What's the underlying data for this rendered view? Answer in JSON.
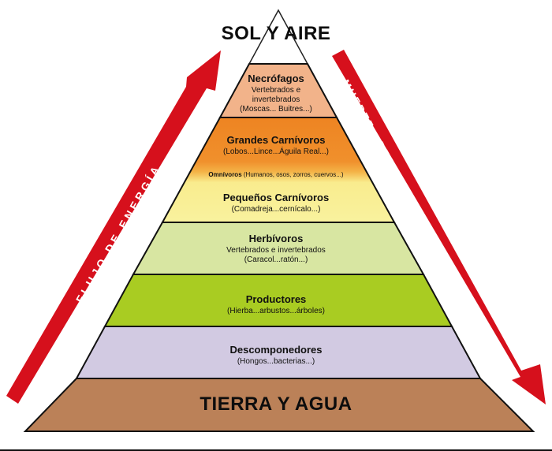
{
  "diagram": {
    "type": "ecological-pyramid",
    "top_label": "SOL Y AIRE",
    "bottom_label": "TIERRA Y AGUA",
    "left_arrow": {
      "label": "FLUJO DE ENERGÍA",
      "direction": "up",
      "color": "#d6101c"
    },
    "right_arrow": {
      "label": "MUERTE - DESCOMPOSICIÓN - RESTITUCIÓN",
      "direction": "down",
      "color": "#d6101c"
    },
    "levels": [
      {
        "name": "Necrófagos",
        "line1": "Vertebrados e",
        "line2": "invertebrados",
        "line3": "(Moscas... Buitres...)",
        "color": "#f2b38a"
      },
      {
        "name": "Grandes Carnívoros",
        "line1": "(Lobos...Lince...Águila Real...)",
        "color": "#ef8a2a"
      },
      {
        "name": "Omnívoros",
        "line1": "(Humanos, osos, zorros, cuervos...)",
        "color": "#f6c24a"
      },
      {
        "name": "Pequeños Carnívoros",
        "line1": "(Comadreja...cernícalo...)",
        "color": "#f8f09a"
      },
      {
        "name": "Herbívoros",
        "line1": "Vertebrados e invertebrados",
        "line2": "(Caracol...ratón...)",
        "color": "#d8e6a2"
      },
      {
        "name": "Productores",
        "line1": "(Hierba...arbustos...árboles)",
        "color": "#a9cc22"
      },
      {
        "name": "Descomponedores",
        "line1": "(Hongos...bacterias...)",
        "color": "#d2cae2"
      },
      {
        "name": "TIERRA Y AGUA",
        "color": "#bb8158"
      }
    ]
  }
}
